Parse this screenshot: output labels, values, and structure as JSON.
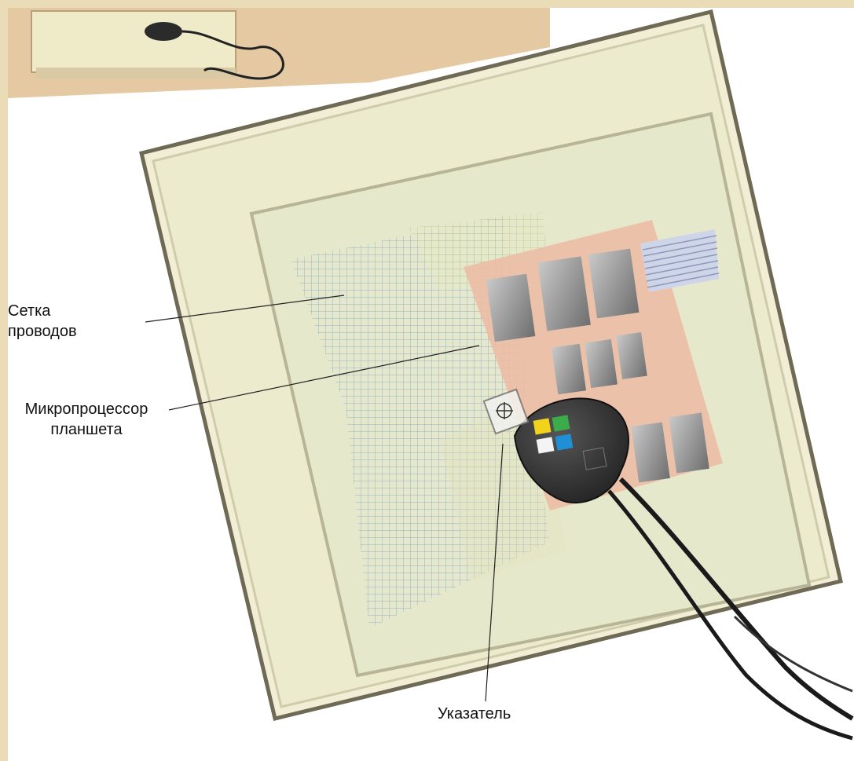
{
  "labels": {
    "wire_grid": "Сетка\nпроводов",
    "microprocessor": "Микропроцессор\nпланшета",
    "pointer": "Указатель"
  },
  "colors": {
    "frame_background": "#e9dcb6",
    "tablet_surface": "#eeecc8",
    "grid_lines": "#7fa3c4",
    "circuit_board": "#eab9a3",
    "chips": "#8c8c8c",
    "puck_body": "#2e2e2e",
    "puck_button_yellow": "#f2d21b",
    "puck_button_green": "#3cab4a",
    "puck_button_white": "#f4f4f4",
    "puck_button_blue": "#1f8fd6",
    "cable": "#1a1a1a"
  },
  "icons": {
    "puck": "crosshair-puck-icon",
    "thumbnail": "tablet-thumbnail-icon"
  }
}
